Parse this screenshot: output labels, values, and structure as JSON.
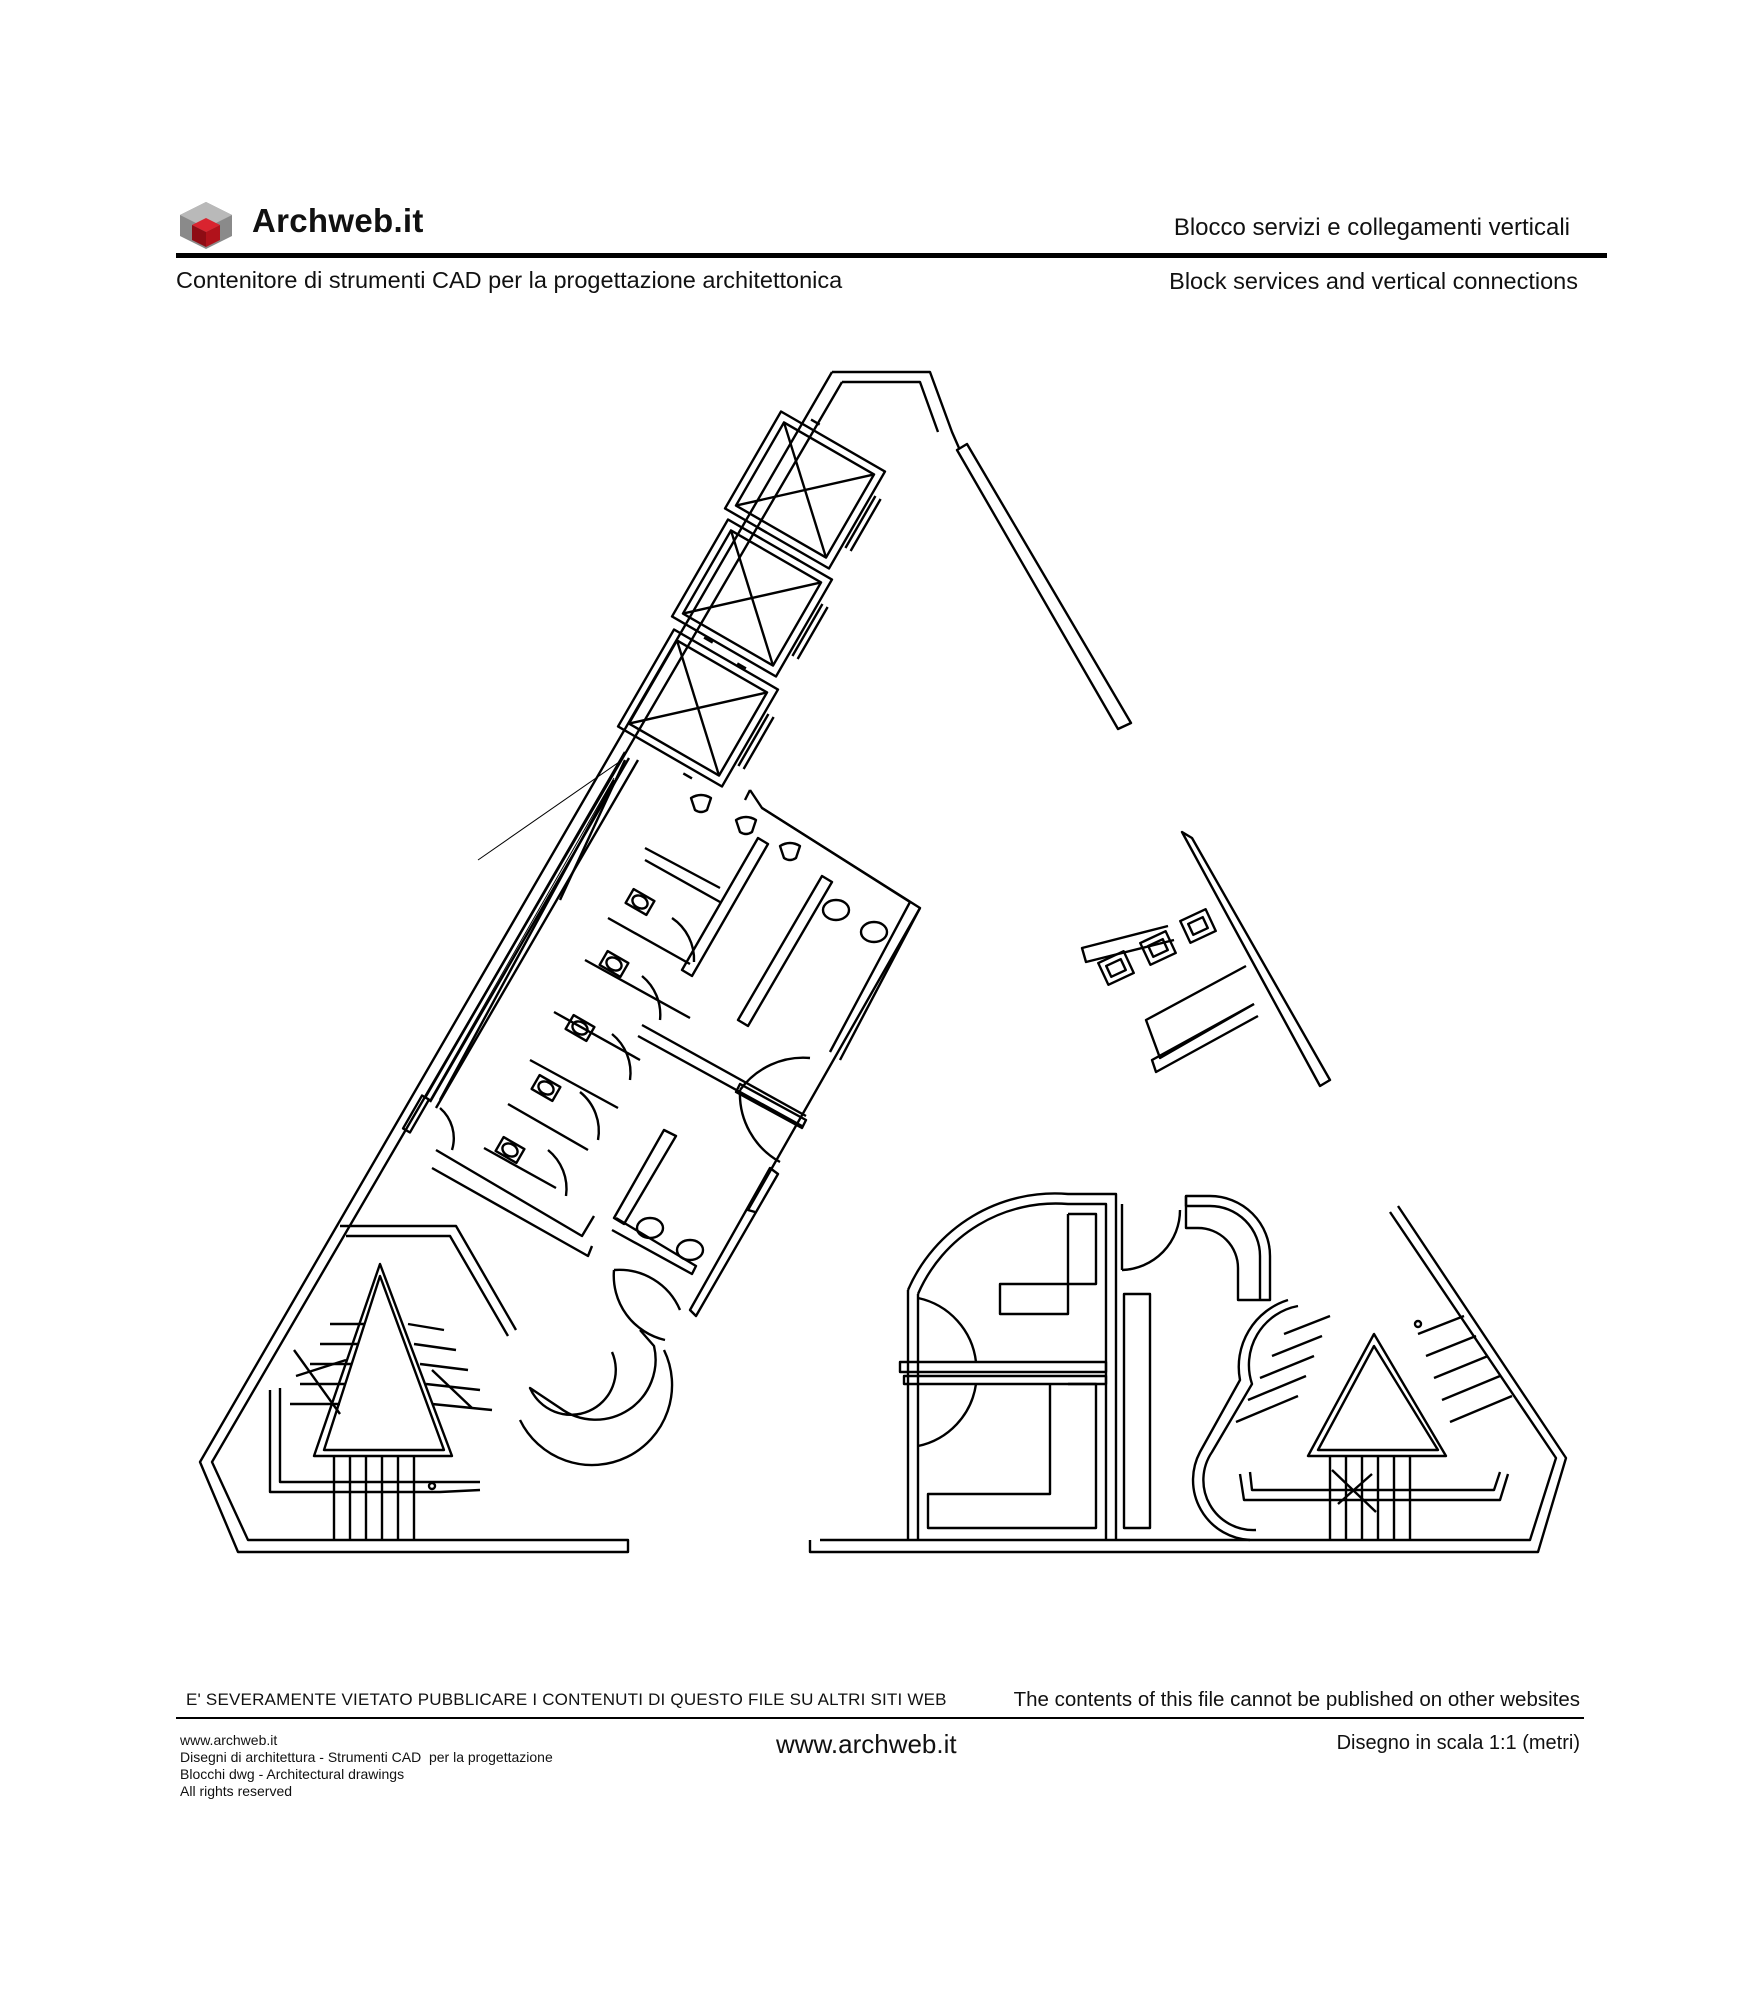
{
  "header": {
    "brand": "Archweb.it",
    "title_it": "Blocco servizi e collegamenti verticali",
    "subtitle": "Contenitore di strumenti CAD per la progettazione architettonica",
    "title_en": "Block services and vertical connections"
  },
  "footer": {
    "warning_it": "E' SEVERAMENTE VIETATO PUBBLICARE I CONTENUTI DI QUESTO FILE SU ALTRI SITI WEB",
    "warning_en": "The contents of this file cannot be published on other websites",
    "credits": [
      "www.archweb.it",
      "Disegni di architettura - Strumenti CAD  per la progettazione",
      "Blocchi dwg - Architectural drawings",
      "All rights reserved"
    ],
    "website": "www.archweb.it",
    "scale": "Disegno in scala 1:1 (metri)"
  },
  "colors": {
    "line": "#000000",
    "logo_red": "#b1121b",
    "logo_grey": "#8a8a8a"
  }
}
